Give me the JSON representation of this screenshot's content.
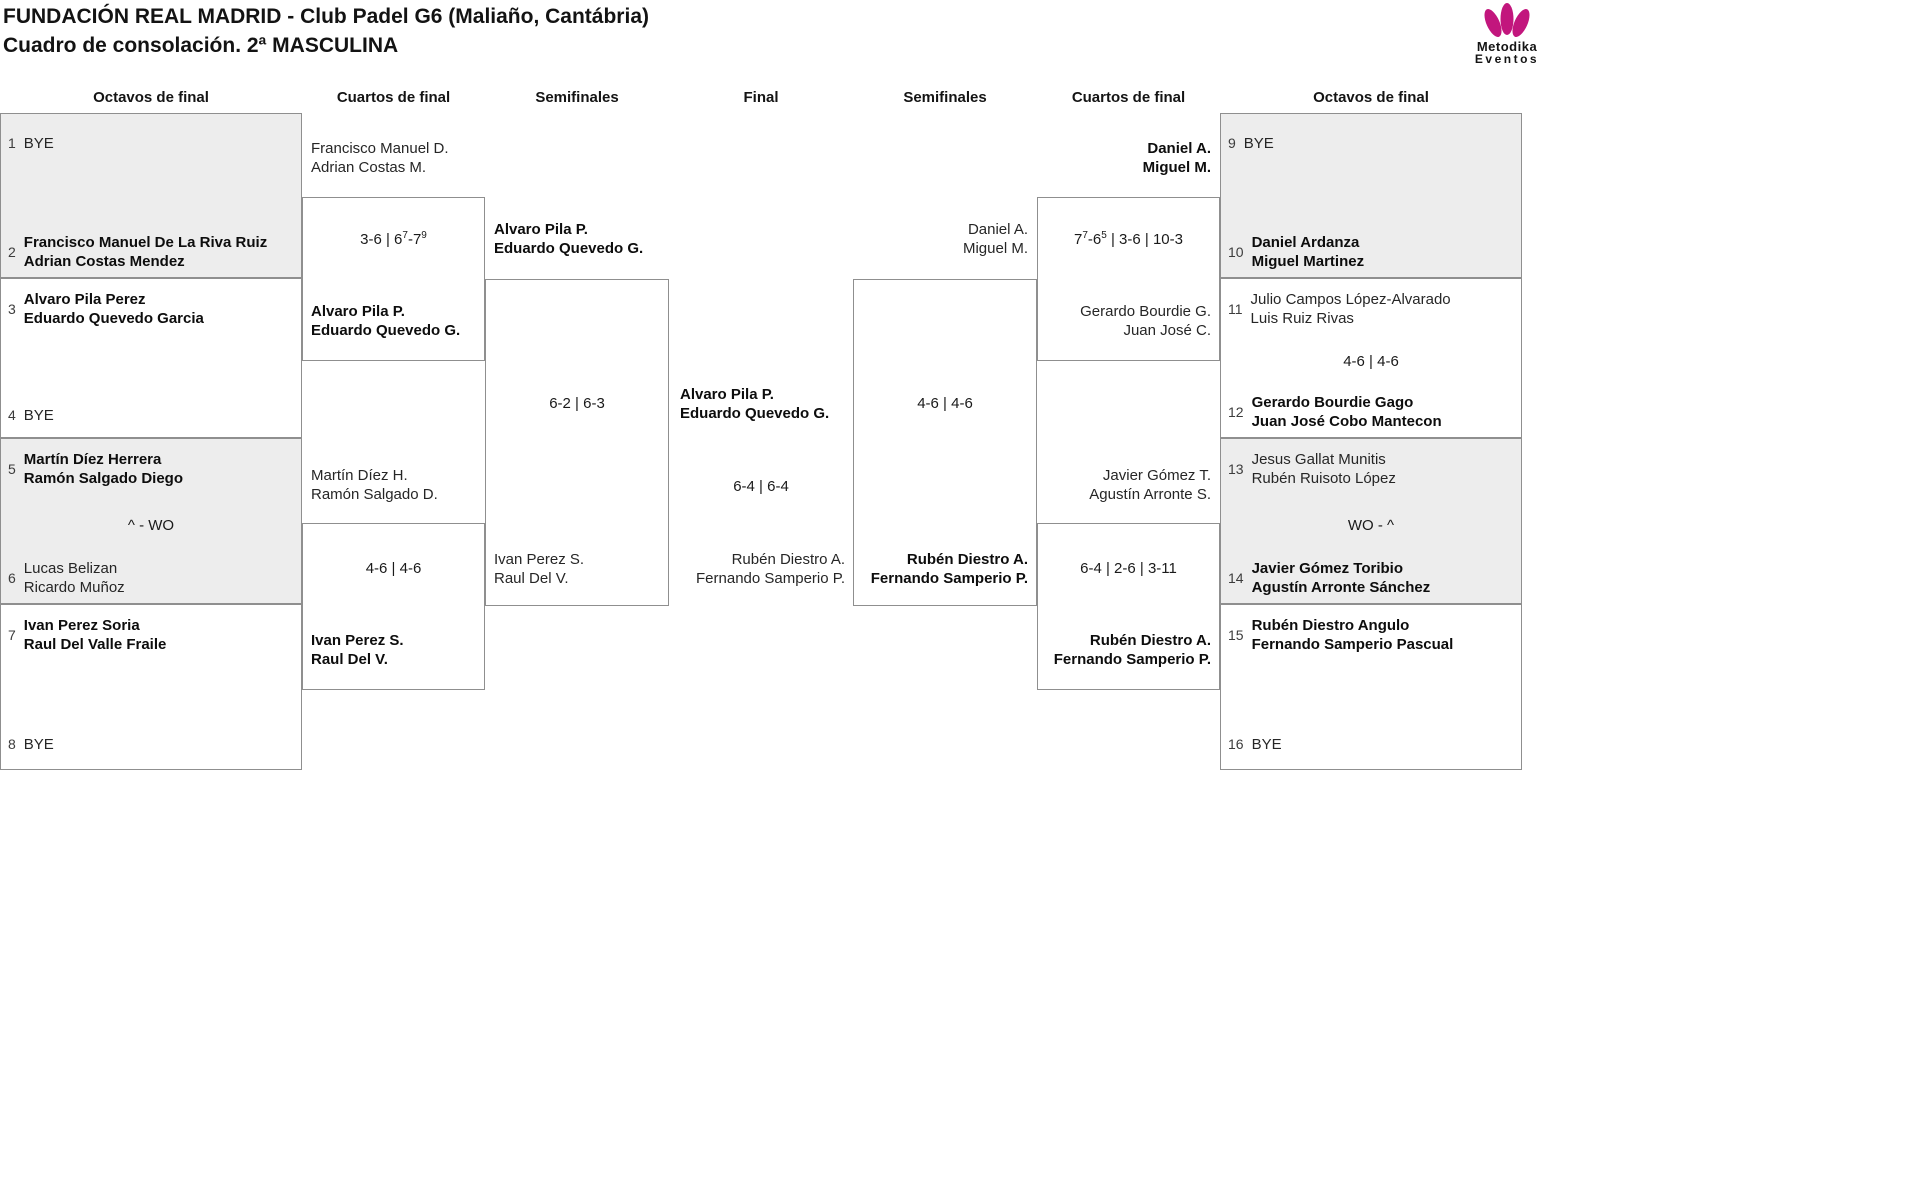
{
  "header": {
    "title": "FUNDACIÓN REAL MADRID - Club Padel G6 (Maliaño, Cantábria)",
    "subtitle": "Cuadro de consolación. 2ª MASCULINA",
    "logo_line1": "Metodika",
    "logo_line2": "Eventos",
    "brand_color": "#c2167d"
  },
  "columns": [
    "Octavos de final",
    "Cuartos de final",
    "Semifinales",
    "Final",
    "Semifinales",
    "Cuartos de final",
    "Octavos de final"
  ],
  "octavos_left": [
    {
      "seed": "1",
      "line1": "BYE",
      "line2": ""
    },
    {
      "seed": "2",
      "line1": "Francisco Manuel De La Riva Ruiz",
      "line2": "Adrian Costas Mendez"
    },
    {
      "seed": "3",
      "line1": "Alvaro Pila Perez",
      "line2": "Eduardo Quevedo Garcia"
    },
    {
      "seed": "4",
      "line1": "BYE",
      "line2": ""
    },
    {
      "seed": "5",
      "line1": "Martín Díez Herrera",
      "line2": "Ramón Salgado Diego"
    },
    {
      "seed": "6",
      "line1": "Lucas Belizan",
      "line2": "Ricardo Muñoz"
    },
    {
      "seed": "7",
      "line1": "Ivan Perez Soria",
      "line2": "Raul Del Valle Fraile"
    },
    {
      "seed": "8",
      "line1": "BYE",
      "line2": ""
    }
  ],
  "octavos_right": [
    {
      "seed": "9",
      "line1": "BYE",
      "line2": ""
    },
    {
      "seed": "10",
      "line1": "Daniel Ardanza",
      "line2": "Miguel Martinez"
    },
    {
      "seed": "11",
      "line1": "Julio Campos López-Alvarado",
      "line2": "Luis Ruiz Rivas"
    },
    {
      "seed": "12",
      "line1": "Gerardo Bourdie Gago",
      "line2": "Juan José Cobo Mantecon"
    },
    {
      "seed": "13",
      "line1": "Jesus Gallat Munitis",
      "line2": "Rubén Ruisoto López"
    },
    {
      "seed": "14",
      "line1": "Javier Gómez Toribio",
      "line2": "Agustín Arronte Sánchez"
    },
    {
      "seed": "15",
      "line1": "Rubén Diestro Angulo",
      "line2": "Fernando Samperio Pascual"
    },
    {
      "seed": "16",
      "line1": "BYE",
      "line2": ""
    }
  ],
  "cuartos_left": {
    "m1_top": {
      "line1": "Francisco Manuel D.",
      "line2": "Adrian Costas M."
    },
    "m1_bottom": {
      "line1": "Alvaro Pila P.",
      "line2": "Eduardo Quevedo G."
    },
    "m2_top": {
      "line1": "Martín Díez H.",
      "line2": "Ramón Salgado D."
    },
    "m2_bottom": {
      "line1": "Ivan Perez S.",
      "line2": "Raul Del V."
    }
  },
  "cuartos_right": {
    "m1_top": {
      "line1": "Daniel A.",
      "line2": "Miguel M."
    },
    "m1_bottom": {
      "line1": "Gerardo Bourdie G.",
      "line2": "Juan José C."
    },
    "m2_top": {
      "line1": "Javier Gómez T.",
      "line2": "Agustín Arronte S."
    },
    "m2_bottom": {
      "line1": "Rubén Diestro A.",
      "line2": "Fernando Samperio P."
    }
  },
  "semifinal_left": {
    "top": {
      "line1": "Alvaro Pila P.",
      "line2": "Eduardo Quevedo G."
    },
    "bottom": {
      "line1": "Ivan Perez S.",
      "line2": "Raul Del V."
    }
  },
  "semifinal_right": {
    "top": {
      "line1": "Daniel A.",
      "line2": "Miguel M."
    },
    "bottom": {
      "line1": "Rubén Diestro A.",
      "line2": "Fernando Samperio P."
    }
  },
  "final": {
    "top": {
      "line1": "Alvaro Pila P.",
      "line2": "Eduardo Quevedo G."
    },
    "bottom": {
      "line1": "Rubén Diestro A.",
      "line2": "Fernando Samperio P."
    }
  },
  "scores": {
    "octavos_left_m3": "^ - WO",
    "octavos_right_m2": "4-6 | 4-6",
    "octavos_right_m3": "WO - ^",
    "qf_left_m1": {
      "p1": "3-6 | 6",
      "s1": "7",
      "p2": "-7",
      "s2": "9"
    },
    "qf_left_m2": "4-6 | 4-6",
    "qf_right_m1": {
      "p1": "7",
      "s1": "7",
      "p2": "-6",
      "s2": "5",
      "p3": " | 3-6 | 10-3"
    },
    "qf_right_m2": "6-4 | 2-6 | 3-11",
    "sf_left": "6-2 | 6-3",
    "sf_right": "4-6 | 4-6",
    "final": "6-4 | 6-4"
  }
}
